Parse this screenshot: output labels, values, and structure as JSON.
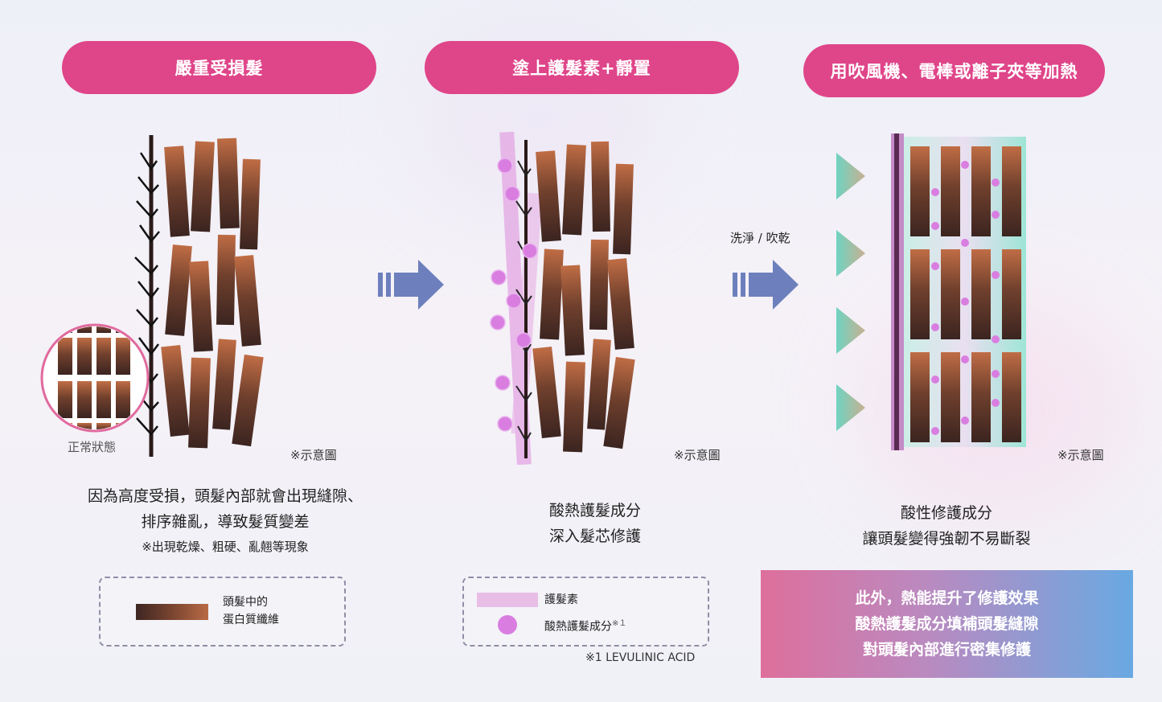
{
  "colors": {
    "accent_pink": "#df4589",
    "arrow_blue": "#6d80bd",
    "fiber_dark": "#3d2622",
    "fiber_light": "#b96a45",
    "agent_magenta": "#d97ee0",
    "protein_pink": "#e8bde6",
    "teal": "#7fd9c8"
  },
  "steps": [
    {
      "title": "嚴重受損髮"
    },
    {
      "title": "塗上護髮素+靜置"
    },
    {
      "title": "用吹風機、電棒或離子夾等加熱"
    }
  ],
  "arrow2_label": "洗淨 / 吹乾",
  "inset_label": "正常狀態",
  "illustration_note": "※示意圖",
  "panel1_desc": {
    "line1": "因為高度受損，頭髮內部就會出現縫隙、",
    "line2": "排序雜亂，導致髮質變差",
    "note": "※出現乾燥、粗硬、亂翹等現象"
  },
  "panel2_desc": {
    "line1": "酸熱護髮成分",
    "line2": "深入髮芯修護"
  },
  "panel3_desc": {
    "line1": "酸性修護成分",
    "line2": "讓頭髮變得強韌不易斷裂"
  },
  "legend1": {
    "line1": "頭髮中的",
    "line2": "蛋白質纖維"
  },
  "legend2": {
    "item1": "護髮素",
    "item2": "酸熱護髮成分",
    "item2_sup": "※１",
    "footnote": "※1 LEVULINIC ACID"
  },
  "highlight_box": {
    "line1": "此外，熱能提升了修護效果",
    "line2": "酸熱護髮成分填補頭髮縫隙",
    "line3": "對頭髮內部進行密集修護"
  }
}
